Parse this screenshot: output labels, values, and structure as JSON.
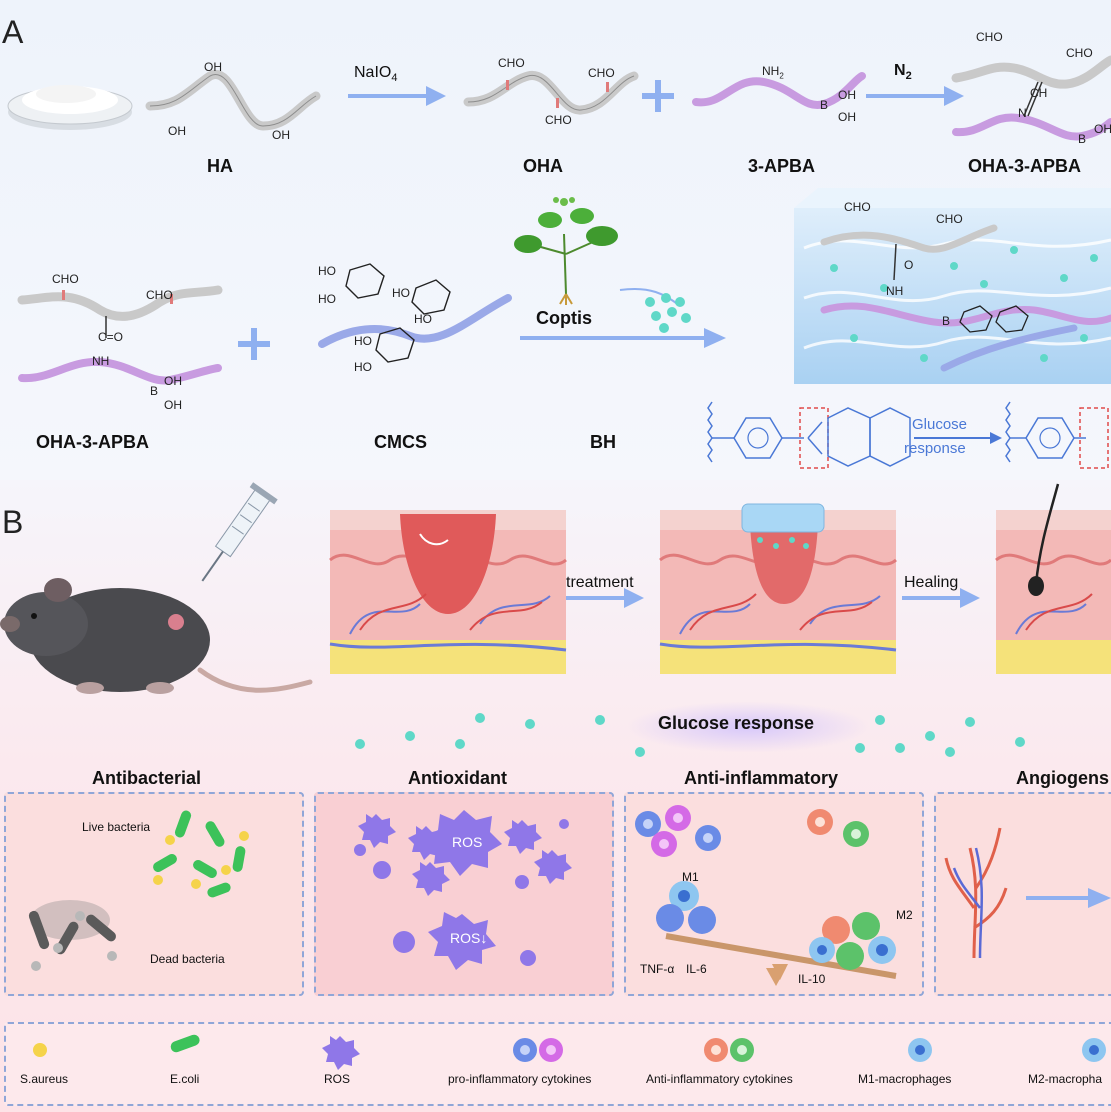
{
  "panelA": {
    "letter": "A",
    "row1": {
      "labels": [
        "HA",
        "OHA",
        "3-APBA",
        "OHA-3-APBA"
      ],
      "arrow1_reagent": "NaIO",
      "arrow1_sub": "4",
      "arrow2_reagent": "N",
      "arrow2_sub": "2",
      "groups": {
        "oh": "OH",
        "cho": "CHO",
        "nh2": "NH",
        "nh2_sub": "2",
        "boh": "B",
        "ch": "CH",
        "n": "N"
      }
    },
    "row2": {
      "labels": [
        "OHA-3-APBA",
        "CMCS",
        "BH"
      ],
      "plant_label": "Coptis",
      "groups": {
        "cho": "CHO",
        "co": "C=O",
        "nh": "NH",
        "ho": "HO",
        "o": "O",
        "b": "B"
      },
      "glucose_arrow_label_1": "Glucose",
      "glucose_arrow_label_2": "response"
    }
  },
  "panelB": {
    "letter": "B",
    "arrow_labels": [
      "treatment",
      "Healing"
    ],
    "glucose_response": "Glucose response",
    "boxes": [
      {
        "title": "Antibacterial",
        "texts": [
          "Live bacteria",
          "Dead bacteria"
        ]
      },
      {
        "title": "Antioxidant",
        "texts": [
          "ROS",
          "ROS↓"
        ]
      },
      {
        "title": "Anti-inflammatory",
        "texts": [
          "M1",
          "M2",
          "TNF-α",
          "IL-6",
          "IL-10"
        ]
      },
      {
        "title": "Angiogens",
        "texts": []
      }
    ],
    "legend": [
      "S.aureus",
      "E.coli",
      "ROS",
      "pro-inflammatory cytokines",
      "Anti-inflammatory cytokines",
      "M1-macrophages",
      "M2-macropha"
    ]
  },
  "colors": {
    "ha_chain": "#c9c9c9",
    "apba_chain": "#c89be0",
    "bond_red": "#e07a7a",
    "arrow_blue": "#8fb0f0",
    "dot_cyan": "#5fd8c8",
    "ros_purple": "#8f77e8",
    "ecoli_green": "#3cc25a",
    "saureus_yellow": "#f5d34a",
    "box_border": "#8fa6d8",
    "chem_blue": "#4a78d6"
  }
}
